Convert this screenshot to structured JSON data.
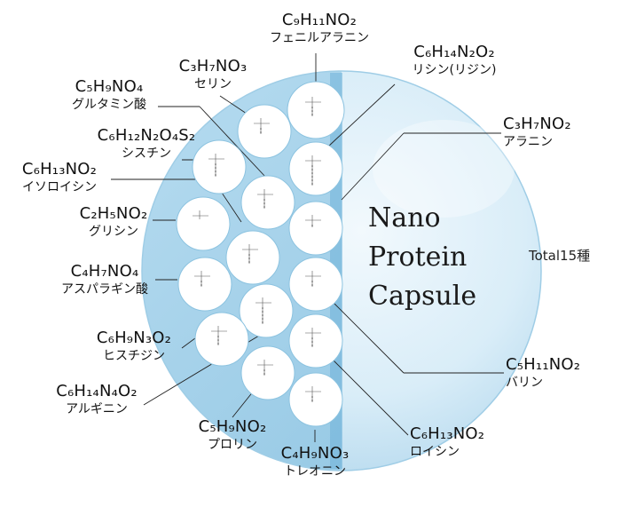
{
  "title_lines": [
    "Nano",
    "Protein",
    "Capsule"
  ],
  "total": "Total15種",
  "amino_acids": [
    {
      "formula": "C₉H₁₁NO₂",
      "name": "フェニルアラニン"
    },
    {
      "formula": "C₆H₁₄N₂O₂",
      "name": "リシン(リジン)"
    },
    {
      "formula": "C₃H₇NO₃",
      "name": "セリン"
    },
    {
      "formula": "C₅H₉NO₄",
      "name": "グルタミン酸"
    },
    {
      "formula": "C₆H₁₂N₂O₄S₂",
      "name": "シスチン"
    },
    {
      "formula": "C₆H₁₃NO₂",
      "name": "イソロイシン"
    },
    {
      "formula": "C₂H₅NO₂",
      "name": "グリシン"
    },
    {
      "formula": "C₄H₇NO₄",
      "name": "アスパラギン酸"
    },
    {
      "formula": "C₆H₉N₃O₂",
      "name": "ヒスチジン"
    },
    {
      "formula": "C₆H₁₄N₄O₂",
      "name": "アルギニン"
    },
    {
      "formula": "C₅H₉NO₂",
      "name": "プロリン"
    },
    {
      "formula": "C₄H₉NO₃",
      "name": "トレオニン"
    },
    {
      "formula": "C₆H₁₃NO₂",
      "name": "ロイシン"
    },
    {
      "formula": "C₅H₁₁NO₂",
      "name": "バリン"
    },
    {
      "formula": "C₃H₇NO₂",
      "name": "アラニン"
    }
  ],
  "colors": {
    "sphere_left": "#a9d3ea",
    "sphere_right": "#d4eaf6",
    "divider": "#4c9bc8",
    "molecule_fill": "#ffffff"
  }
}
